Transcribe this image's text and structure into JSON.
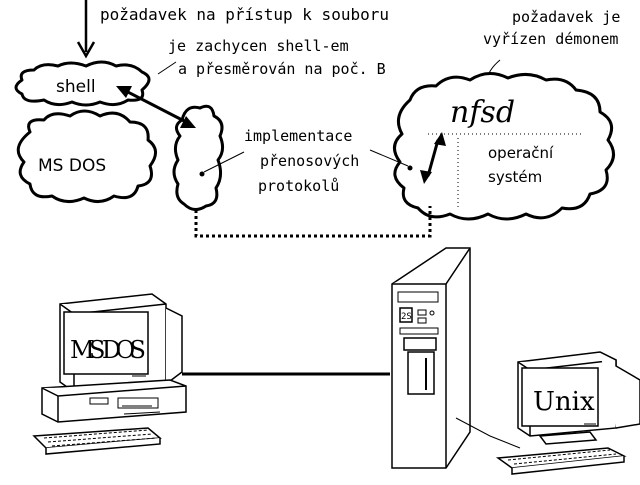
{
  "labels": {
    "request": "požadavek na přístup k souboru",
    "intercepted_line1": "je zachycen shell-em",
    "intercepted_line2": "a přesměrován na poč. B",
    "handled_line1": "požadavek je",
    "handled_line2": "vyřízen démonem",
    "impl_line1": "implementace",
    "impl_line2": "přenosových",
    "impl_line3": "protokolů",
    "shell": "shell",
    "msdos_cloud": "MS DOS",
    "nfsd": "nfsd",
    "os_line1": "operační",
    "os_line2": "systém",
    "screen_msdos": "MS DOS",
    "screen_unix": "Unix",
    "drive_label": "2S"
  },
  "icons": [
    "arrow-down-icon",
    "double-arrow-icon",
    "pc-icon",
    "tower-server-icon",
    "workstation-icon",
    "keyboard-icon"
  ]
}
